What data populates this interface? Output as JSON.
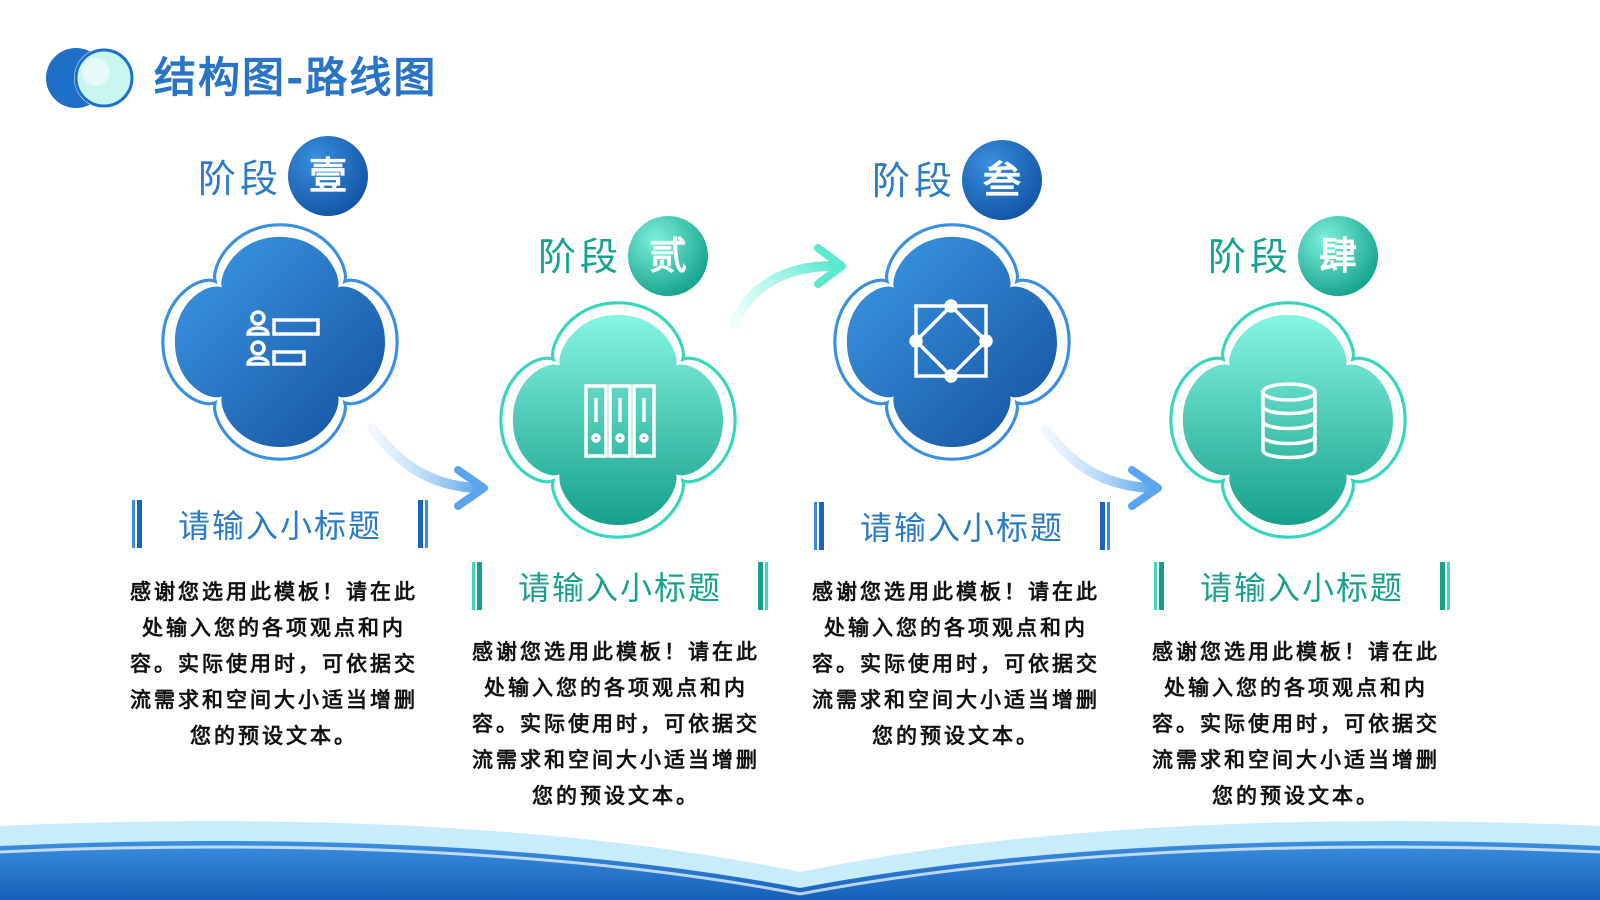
{
  "title": "结构图-路线图",
  "colors": {
    "blue": "#1e64b8",
    "teal": "#1faa94",
    "light_teal": "#6ff0d8"
  },
  "stages": [
    {
      "label": "阶段",
      "numeral": "壹",
      "icon": "contact-list-icon",
      "subtitle": "请输入小标题",
      "body": "感谢您选用此模板！请在此处输入您的各项观点和内容。实际使用时，可依据交流需求和空间大小适当增删您的预设文本。"
    },
    {
      "label": "阶段",
      "numeral": "贰",
      "icon": "binders-icon",
      "subtitle": "请输入小标题",
      "body": "感谢您选用此模板！请在此处输入您的各项观点和内容。实际使用时，可依据交流需求和空间大小适当增删您的预设文本。"
    },
    {
      "label": "阶段",
      "numeral": "叁",
      "icon": "node-diagram-icon",
      "subtitle": "请输入小标题",
      "body": "感谢您选用此模板！请在此处输入您的各项观点和内容。实际使用时，可依据交流需求和空间大小适当增删您的预设文本。"
    },
    {
      "label": "阶段",
      "numeral": "肆",
      "icon": "database-icon",
      "subtitle": "请输入小标题",
      "body": "感谢您选用此模板！请在此处输入您的各项观点和内容。实际使用时，可依据交流需求和空间大小适当增删您的预设文本。"
    }
  ]
}
